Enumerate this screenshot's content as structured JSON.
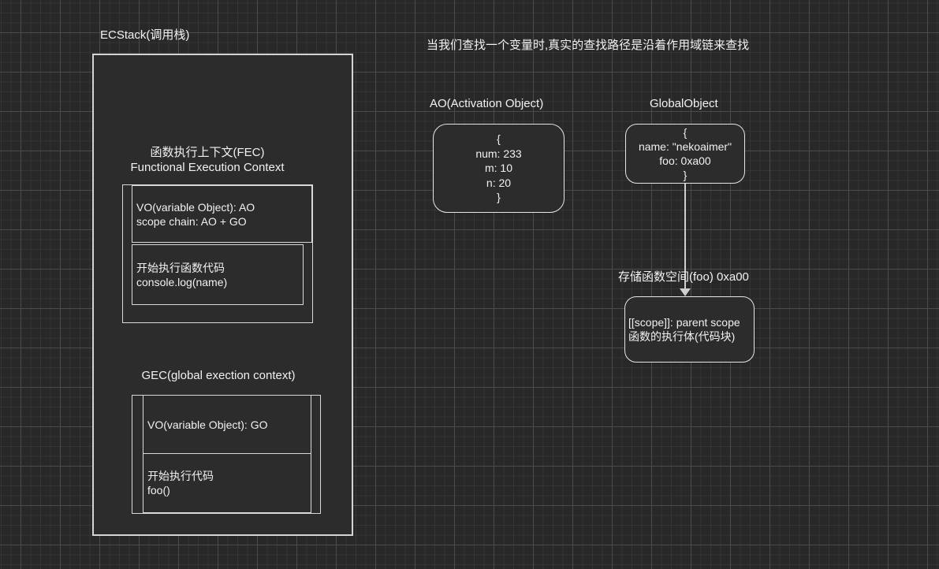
{
  "canvas": {
    "background": "#282828",
    "grid_minor_color": "#353535",
    "grid_major_color": "#4b4b4b",
    "shape_fill": "#2c2c2c",
    "shape_border": "#d9d9d9",
    "text_color": "#f1f1f1"
  },
  "top_note": "当我们查找一个变量时,真实的查找路径是沿着作用域链来查找",
  "ecstack": {
    "label": "ECStack(调用栈)",
    "fec": {
      "title_zh": "函数执行上下文(FEC)",
      "title_en": "Functional Execution Context",
      "vo_line1": "VO(variable Object): AO",
      "vo_line2": "scope chain: AO + GO",
      "code_line1": "开始执行函数代码",
      "code_line2": "console.log(name)"
    },
    "gec": {
      "title": "GEC(global exection context)",
      "vo_line1": "VO(variable Object): GO",
      "code_line1": "开始执行代码",
      "code_line2": "foo()"
    }
  },
  "ao": {
    "label": "AO(Activation Object)",
    "lines": [
      "{",
      "num: 233",
      "m: 10",
      "n: 20",
      "}"
    ]
  },
  "global_object": {
    "label": "GlobalObject",
    "lines": [
      "{",
      "name: \"nekoaimer\"",
      "foo: 0xa00",
      "}"
    ]
  },
  "arrow_note": "存储函数空间(foo) 0xa00",
  "scope_box": {
    "line1": "[[scope]]: parent scope",
    "line2": "函数的执行体(代码块)"
  }
}
